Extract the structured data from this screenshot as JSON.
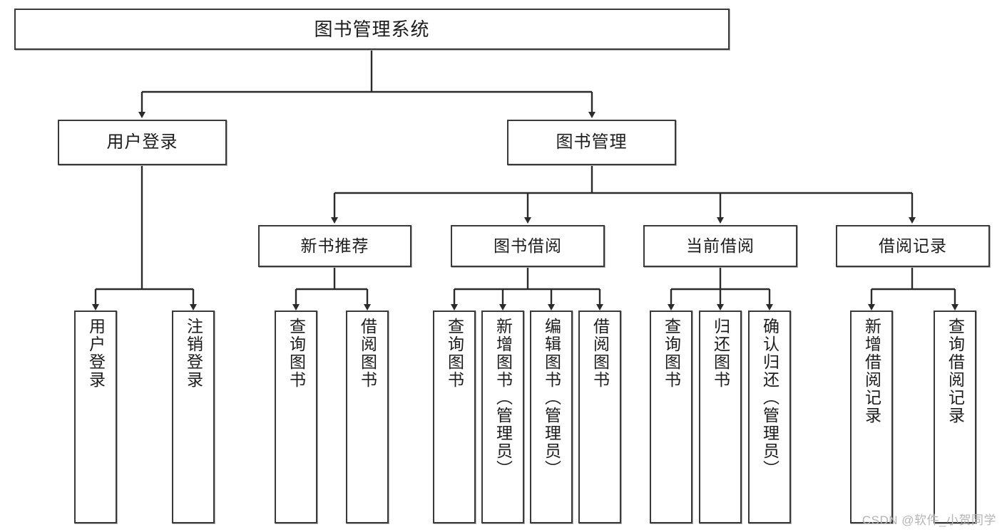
{
  "diagram": {
    "title_node": {
      "label": "图书管理系统"
    },
    "level2": [
      {
        "label": "用户登录"
      },
      {
        "label": "图书管理"
      }
    ],
    "level3": [
      {
        "label": "新书推荐"
      },
      {
        "label": "图书借阅"
      },
      {
        "label": "当前借阅"
      },
      {
        "label": "借阅记录"
      }
    ],
    "leaves": {
      "user_login": [
        {
          "label": "用户登录"
        },
        {
          "label": "注销登录"
        }
      ],
      "new_book_recommend": [
        {
          "label": "查询图书"
        },
        {
          "label": "借阅图书"
        }
      ],
      "book_borrow": [
        {
          "label": "查询图书"
        },
        {
          "label": "新增图书（管理员）"
        },
        {
          "label": "编辑图书（管理员）"
        },
        {
          "label": "借阅图书"
        }
      ],
      "current_borrow": [
        {
          "label": "查询图书"
        },
        {
          "label": "归还图书"
        },
        {
          "label": "确认归还（管理员）"
        }
      ],
      "borrow_record": [
        {
          "label": "新增借阅记录"
        },
        {
          "label": "查询借阅记录"
        }
      ]
    },
    "watermark": "CSDN @软件_小贺同学",
    "colors": {
      "border": "#3a3a3a",
      "text": "#1c1c1c",
      "background": "#ffffff",
      "watermark": "#b4b4b4"
    }
  }
}
